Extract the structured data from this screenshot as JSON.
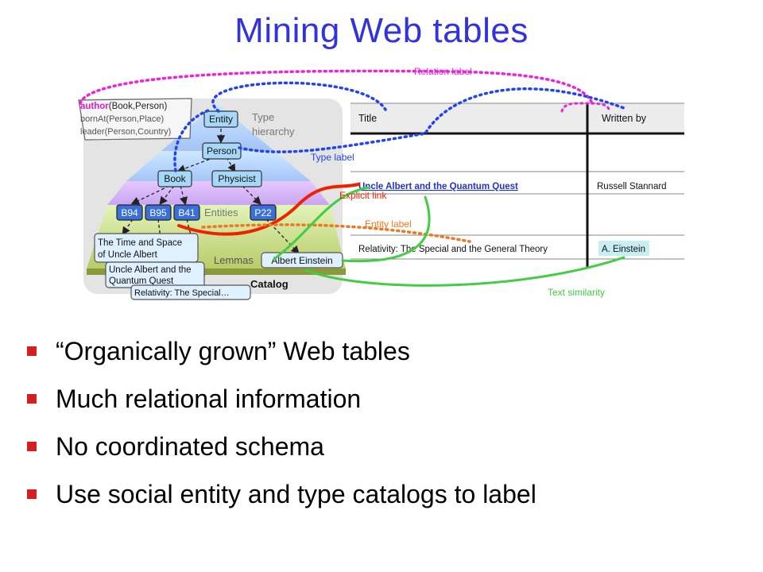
{
  "slide": {
    "title": "Mining Web tables"
  },
  "diagram": {
    "catalog": {
      "relations": {
        "first_bold": "author",
        "first_rest": "(Book,Person)",
        "second": "bornAt(Person,Place)",
        "third": "leader(Person,Country)"
      },
      "types": [
        "Entity",
        "Person",
        "Book",
        "Physicist"
      ],
      "type_hierarchy_label": [
        "Type",
        "hierarchy"
      ],
      "entities": [
        "B94",
        "B95",
        "B41",
        "P22"
      ],
      "entities_label": "Entities",
      "lemmas": [
        "The Time and Space",
        "of Uncle Albert",
        "Uncle Albert and the",
        "Quantum Quest",
        "Relativity: The Special…",
        "Albert Einstein"
      ],
      "lemmas_label": "Lemmas",
      "catalog_label": "Catalog"
    },
    "table": {
      "headers": [
        "Title",
        "Written by"
      ],
      "rows": [
        [
          "Uncle Albert and the Quantum Quest",
          "Russell Stannard"
        ],
        [
          "Relativity: The Special and the General Theory",
          "A. Einstein"
        ]
      ]
    },
    "annotations": {
      "relation_label": "Relation label",
      "type_label": "Type label",
      "explicit_link": "Explicit link",
      "entity_label": "Entity label",
      "text_similarity": "Text similarity"
    },
    "colors": {
      "relation": "#ee22dd",
      "type": "#2244ee",
      "explicit": "#ee2200",
      "entity": "#ee7722",
      "similarity": "#44cc44"
    }
  },
  "bullets": [
    "“Organically grown” Web tables",
    "Much relational information",
    "No coordinated schema",
    "Use social entity and type catalogs to label"
  ]
}
